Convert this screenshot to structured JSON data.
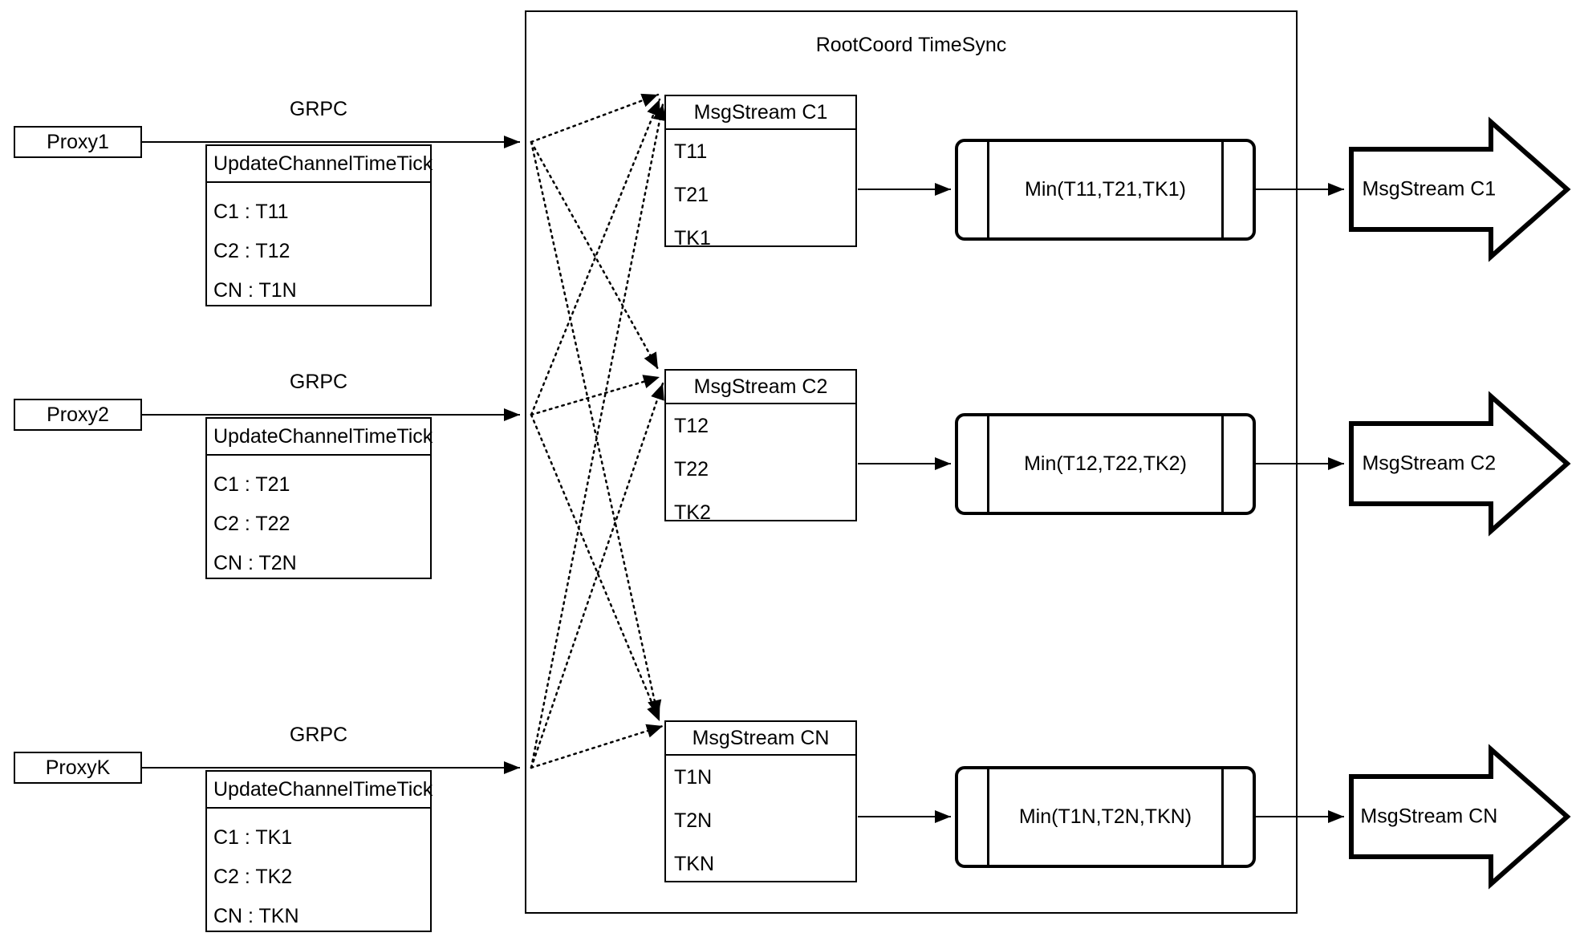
{
  "diagram": {
    "title": "RootCoord TimeSync",
    "grpc_label": "GRPC",
    "rows": [
      {
        "proxy": "Proxy1",
        "grpc": "GRPC",
        "request": {
          "title": "UpdateChannelTimeTick",
          "entries": [
            "C1 :  T11",
            "C2 :  T12",
            "CN : T1N"
          ]
        },
        "msgstream": {
          "title": "MsgStream C1",
          "entries": [
            "T11",
            "T21",
            "TK1"
          ]
        },
        "min": "Min(T11,T21,TK1)",
        "output": "MsgStream C1"
      },
      {
        "proxy": "Proxy2",
        "grpc": "GRPC",
        "request": {
          "title": "UpdateChannelTimeTick",
          "entries": [
            "C1 :  T21",
            "C2 :  T22",
            "CN : T2N"
          ]
        },
        "msgstream": {
          "title": "MsgStream C2",
          "entries": [
            "T12",
            "T22",
            "TK2"
          ]
        },
        "min": "Min(T12,T22,TK2)",
        "output": "MsgStream C2"
      },
      {
        "proxy": "ProxyK",
        "grpc": "GRPC",
        "request": {
          "title": "UpdateChannelTimeTick",
          "entries": [
            "C1 :  TK1",
            "C2 :  TK2",
            "CN : TKN"
          ]
        },
        "msgstream": {
          "title": "MsgStream CN",
          "entries": [
            "T1N",
            "T2N",
            "TKN"
          ]
        },
        "min": "Min(T1N,T2N,TKN)",
        "output": "MsgStream CN"
      }
    ],
    "colors": {
      "stroke": "#000000",
      "background": "#ffffff"
    }
  }
}
